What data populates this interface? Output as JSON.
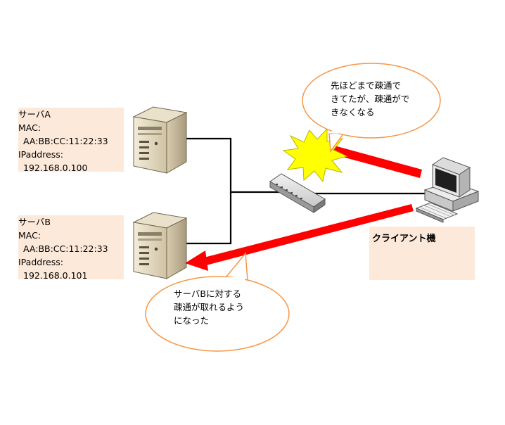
{
  "server_a": {
    "name": "サーバA",
    "mac_label": "MAC:",
    "mac": "AA:BB:CC:11:22:33",
    "ip_label": "IPaddress:",
    "ip": "192.168.0.100"
  },
  "server_b": {
    "name": "サーバB",
    "mac_label": "MAC:",
    "mac": "AA:BB:CC:11:22:33",
    "ip_label": "IPaddress:",
    "ip": "192.168.0.101"
  },
  "client": {
    "label": "クライアント機"
  },
  "bubble_top": {
    "lines": [
      "先ほどまで疎通で",
      "きてたが、疎通がで",
      "きなくなる"
    ]
  },
  "bubble_bottom": {
    "lines": [
      "サーバBに対する",
      "疎通が取れるよう",
      "になった"
    ]
  },
  "colors": {
    "info_fill": "#fde9d9",
    "bubble_border": "#f79646",
    "arrow": "#ff0000",
    "burst": "#ffff00",
    "line": "#000000"
  }
}
